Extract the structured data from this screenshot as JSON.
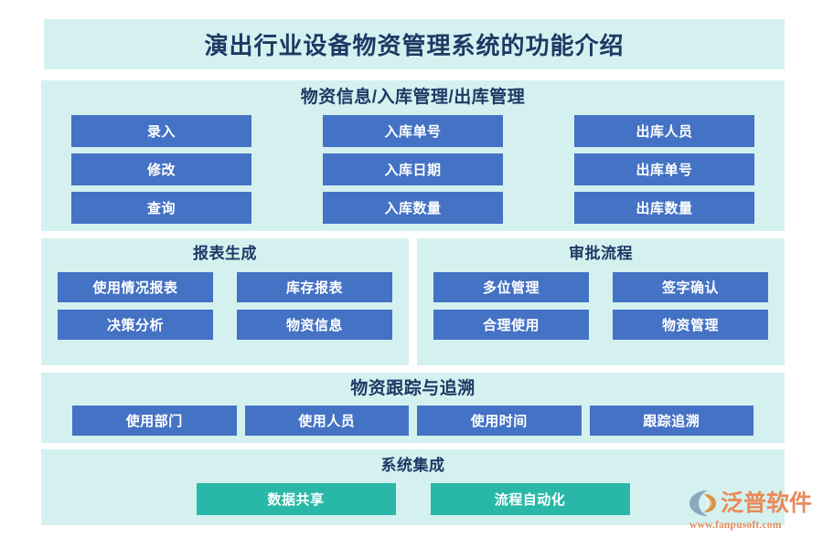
{
  "title": "演出行业设备物资管理系统的功能介绍",
  "colors": {
    "panel_background": "#d4f1f0",
    "button_blue": "#4472c4",
    "button_teal": "#29b8a7",
    "heading_text": "#1f3864",
    "watermark_orange": "#e98a5a"
  },
  "sections": [
    {
      "heading": "物资信息/入库管理/出库管理",
      "columns": [
        {
          "items": [
            "录入",
            "修改",
            "查询"
          ]
        },
        {
          "items": [
            "入库单号",
            "入库日期",
            "入库数量"
          ]
        },
        {
          "items": [
            "出库人员",
            "出库单号",
            "出库数量"
          ]
        }
      ]
    },
    {
      "heading": "报表生成",
      "items": [
        "使用情况报表",
        "库存报表",
        "决策分析",
        "物资信息"
      ]
    },
    {
      "heading": "审批流程",
      "items": [
        "多位管理",
        "签字确认",
        "合理使用",
        "物资管理"
      ]
    },
    {
      "heading": "物资跟踪与追溯",
      "items": [
        "使用部门",
        "使用人员",
        "使用时间",
        "跟踪追溯"
      ]
    },
    {
      "heading": "系统集成",
      "items": [
        "数据共享",
        "流程自动化"
      ]
    }
  ],
  "watermark": {
    "logo_icon": "fanpu-circle-logo-icon",
    "brand": "泛普软件",
    "url": "www.fanpusoft.com"
  }
}
